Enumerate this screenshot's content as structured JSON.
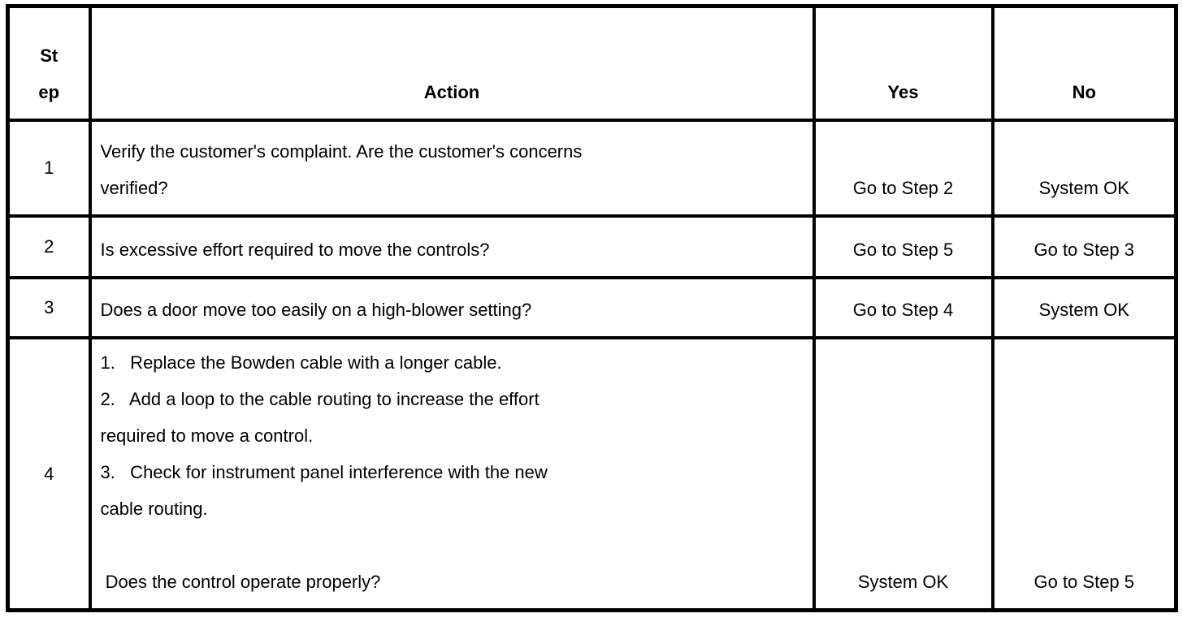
{
  "table": {
    "headers": {
      "step": "St\nep",
      "action": "Action",
      "yes": "Yes",
      "no": "No"
    },
    "rows": [
      {
        "step": "1",
        "action_lines": [
          "Verify the customer's complaint. Are the customer's concerns",
          "verified?"
        ],
        "yes": "Go to Step 2",
        "no": "System OK"
      },
      {
        "step": "2",
        "action_lines": [
          "Is excessive effort required to move the controls?"
        ],
        "yes": "Go to Step 5",
        "no": "Go to Step 3"
      },
      {
        "step": "3",
        "action_lines": [
          "Does a door move too easily on a high-blower setting?"
        ],
        "yes": "Go to Step 4",
        "no": "System OK"
      },
      {
        "step": "4",
        "action_lines": [
          "1.   Replace the Bowden cable with a longer cable.",
          "2.   Add a loop to the cable routing to increase the effort",
          "required to move a control.",
          "3.   Check for instrument panel interference with the new",
          "cable routing.",
          "",
          " Does the control operate properly?"
        ],
        "yes": "System OK",
        "no": "Go to Step 5"
      }
    ]
  }
}
